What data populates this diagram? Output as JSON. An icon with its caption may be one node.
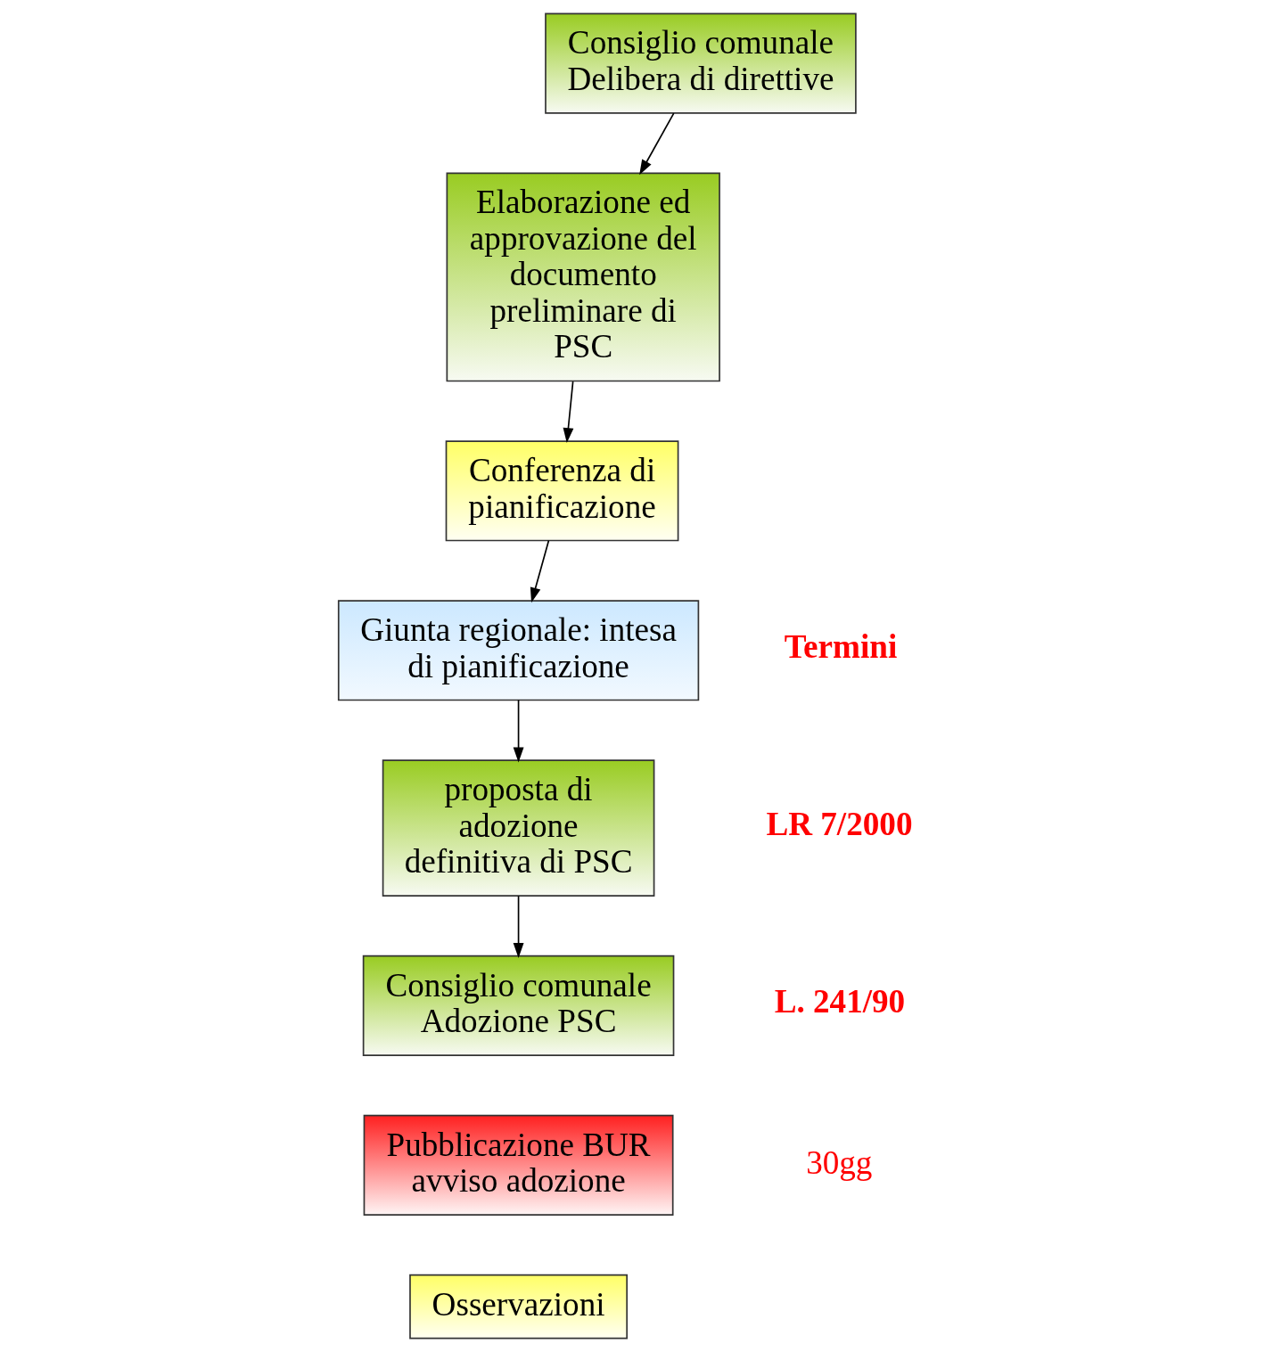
{
  "diagram": {
    "nodes": [
      {
        "text": [
          "Consiglio comunale Delibera di direttive"
        ]
      },
      {
        "text": [
          "Elaborazione ed approvazione del documento preliminare di PSC"
        ]
      },
      {
        "text": [
          "Giunta regionale: intesa di pianificazione"
        ]
      },
      {
        "text": [
          "Conferenza di pianificazione"
        ]
      },
      {
        "text": [
          "proposta di adozione definitiva di PSC"
        ]
      },
      {
        "text": [
          "Consiglio comunale",
          "Adozione PSC"
        ]
      },
      {
        "text": [
          "Pubblicazione BUR avviso adozione"
        ]
      },
      {
        "text": [
          "Osservazioni"
        ]
      }
    ],
    "edges": [
      {
        "from": 0,
        "to": 1,
        "arrow": "to"
      },
      {
        "from": 1,
        "to": 3,
        "arrow": "to"
      },
      {
        "from": 3,
        "to": 2,
        "arrow": "to"
      },
      {
        "from": 2,
        "to": 4,
        "arrow": "to"
      },
      {
        "from": 4,
        "to": 5,
        "arrow": "to"
      }
    ],
    "labels": [
      "Termini",
      "LR 7/2000",
      "L. 241/90",
      "30gg"
    ]
  }
}
